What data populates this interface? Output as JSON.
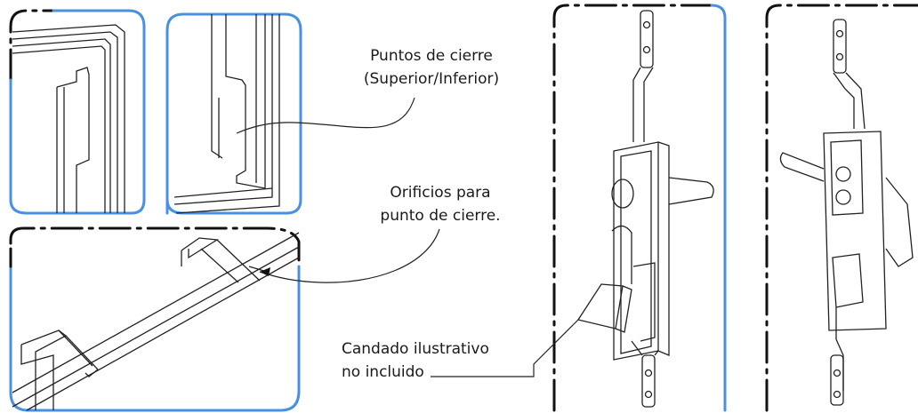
{
  "callouts": {
    "closing_points": {
      "line1": "Puntos de cierre",
      "line2": "(Superior/Inferior)"
    },
    "holes": {
      "line1": "Orificios para",
      "line2": "punto de cierre."
    },
    "padlock": {
      "line1": "Candado ilustrativo",
      "line2": "no incluido"
    }
  },
  "colors": {
    "frame_accent": "#4a90e2",
    "frame_dark": "#111111",
    "ink": "#1a1a1a"
  }
}
